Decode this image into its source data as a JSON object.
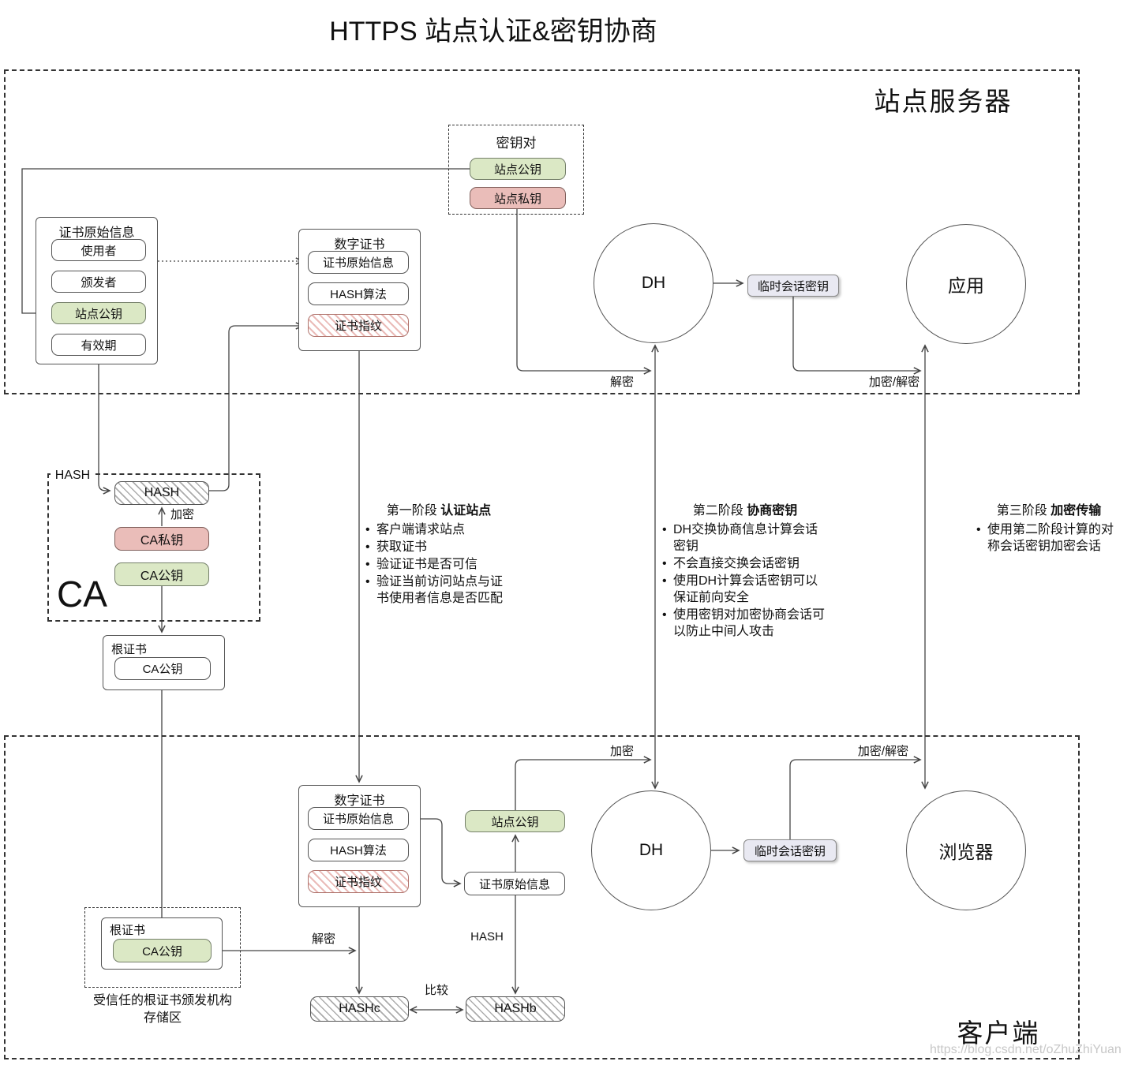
{
  "title": "HTTPS 站点认证&密钥协商",
  "watermark": "https://blog.csdn.net/oZhuZhiYuan",
  "server": {
    "label": "站点服务器",
    "keypair": {
      "title": "密钥对",
      "public_key": "站点公钥",
      "private_key": "站点私钥"
    },
    "cert_info": {
      "title": "证书原始信息",
      "items": [
        "使用者",
        "颁发者",
        "站点公钥",
        "有效期"
      ]
    },
    "digital_cert": {
      "title": "数字证书",
      "items": [
        "证书原始信息",
        "HASH算法",
        "证书指纹"
      ]
    },
    "dh": "DH",
    "session_key": "临时会话密钥",
    "app": "应用"
  },
  "ca": {
    "label": "CA",
    "corner_label": "HASH",
    "hash_box": "HASH",
    "private_key": "CA私钥",
    "public_key": "CA公钥",
    "encrypt_label": "加密"
  },
  "root_cert": {
    "title": "根证书",
    "public_key": "CA公钥"
  },
  "client": {
    "label": "客户端",
    "digital_cert": {
      "title": "数字证书",
      "items": [
        "证书原始信息",
        "HASH算法",
        "证书指纹"
      ]
    },
    "site_public_key": "站点公钥",
    "cert_info": "证书原始信息",
    "dh": "DH",
    "session_key": "临时会话密钥",
    "browser": "浏览器",
    "trusted_store": {
      "title": "根证书",
      "public_key": "CA公钥",
      "caption": [
        "受信任的根证书颁发机构",
        "存储区"
      ]
    },
    "hash_c": "HASHc",
    "hash_b": "HASHb"
  },
  "edge_labels": {
    "decrypt_server": "解密",
    "encdec_server": "加密/解密",
    "encrypt_client": "加密",
    "encdec_client": "加密/解密",
    "decrypt_client": "解密",
    "hash_client": "HASH",
    "compare": "比较"
  },
  "stages": {
    "s1": {
      "prefix": "第一阶段 ",
      "emphasis": "认证站点",
      "bullets": [
        "客户端请求站点",
        "获取证书",
        "验证证书是否可信",
        "验证当前访问站点与证书使用者信息是否匹配"
      ]
    },
    "s2": {
      "prefix": "第二阶段 ",
      "emphasis": "协商密钥",
      "bullets": [
        "DH交换协商信息计算会话密钥",
        "不会直接交换会话密钥",
        "使用DH计算会话密钥可以保证前向安全",
        "使用密钥对加密协商会话可以防止中间人攻击"
      ]
    },
    "s3": {
      "prefix": "第三阶段 ",
      "emphasis": "加密传输",
      "bullets": [
        "使用第二阶段计算的对称会话密钥加密会话"
      ]
    }
  },
  "colors": {
    "public_key_green": "#dbe8c5",
    "private_key_pink": "#eabdb9",
    "fingerprint_hatch": "#d9837d",
    "session_key_fill": "#e9e9f2",
    "line": "#444444",
    "watermark_gray": "#c8c8c8"
  }
}
